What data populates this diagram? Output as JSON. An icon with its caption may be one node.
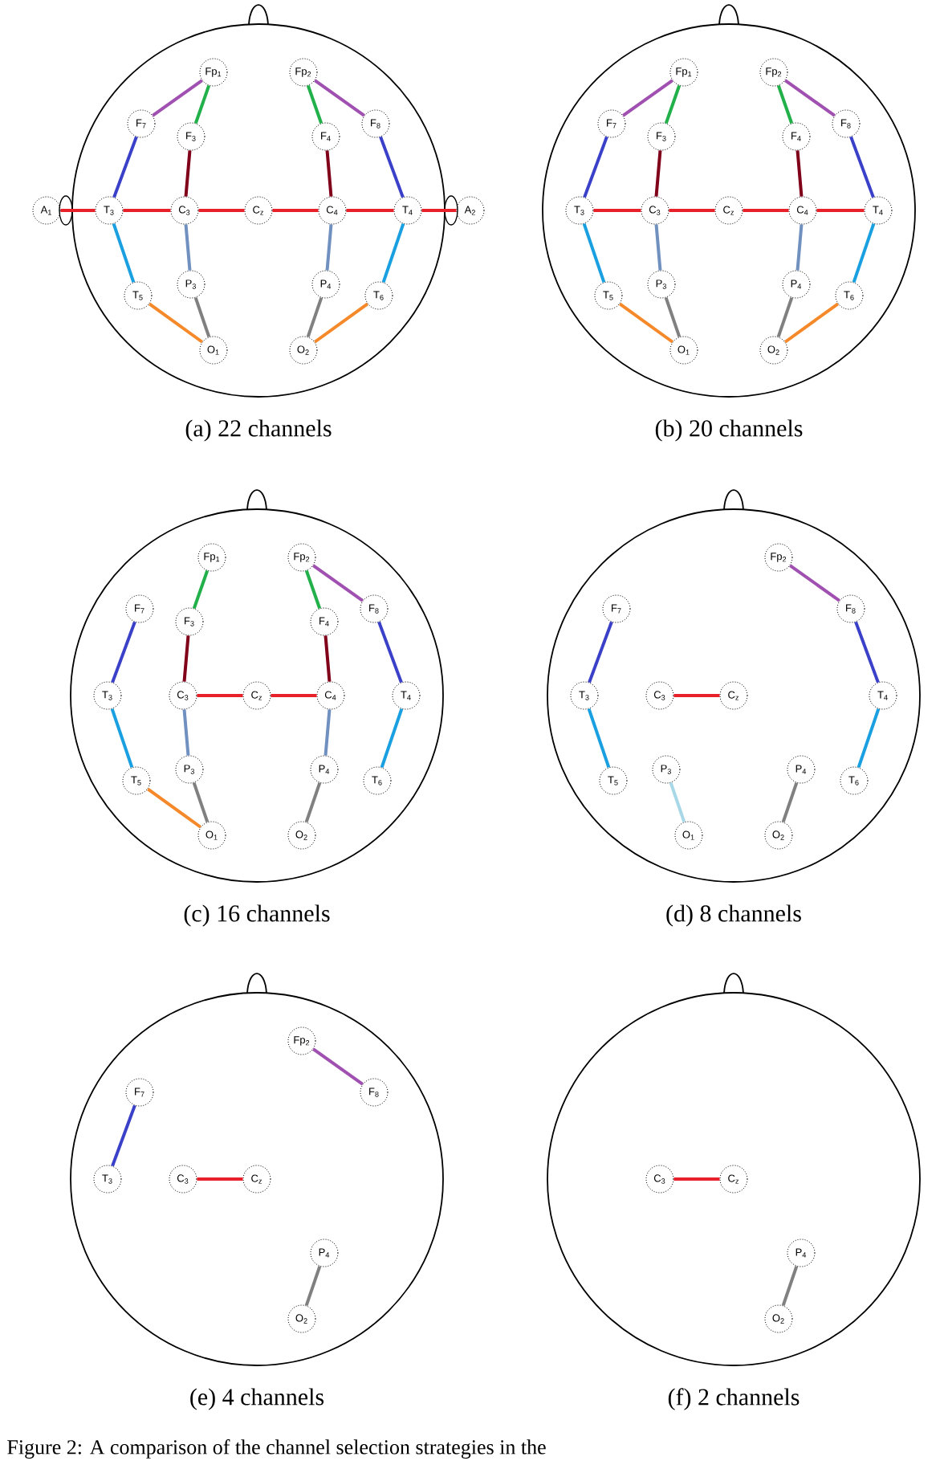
{
  "diagram": {
    "caption": "Figure 2: A comparison of the channel selection strategies in the",
    "nodes": [
      {
        "text": [],
        "shape": "circle",
        "beside": [
          "(a) 22 channels"
        ]
      },
      {
        "text": [
          "Fp$_{1}$"
        ],
        "in": 0
      },
      {
        "text": [
          "Fp$_{2}$"
        ],
        "in": 0
      },
      {
        "text": [
          "F$_{7}$"
        ],
        "in": 0
      },
      {
        "text": [
          "F$_{3}$"
        ],
        "in": 0
      },
      {
        "text": [
          "F$_{4}$"
        ],
        "in": 0
      },
      {
        "text": [
          "F$_{8}$"
        ],
        "in": 0
      },
      {
        "text": [
          "A$_{1}$"
        ]
      },
      {
        "text": [
          "T$_{3}$"
        ],
        "in": 0
      },
      {
        "text": [
          "C$_{3}$"
        ],
        "in": 0
      },
      {
        "text": [
          "C$_{z}$"
        ],
        "in": 0
      },
      {
        "text": [
          "C$_{4}$"
        ],
        "in": 0
      },
      {
        "text": [
          "T$_{4}$"
        ],
        "in": 0
      },
      {
        "text": [
          "A$_{2}$"
        ]
      },
      {
        "text": [
          "T$_{5}$"
        ],
        "in": 0
      },
      {
        "text": [
          "P$_{3}$"
        ],
        "in": 0
      },
      {
        "text": [
          "P$_{4}$"
        ],
        "in": 0
      },
      {
        "text": [
          "T$_{6}$"
        ],
        "in": 0
      },
      {
        "text": [
          "O$_{1}$"
        ],
        "in": 0
      },
      {
        "text": [
          "O$_{2}$"
        ],
        "in": 0
      },
      {
        "text": [],
        "shape": "circle",
        "beside": [
          "(b) 20 channels"
        ]
      },
      {
        "text": [
          "Fp$_{1}$"
        ],
        "in": 20
      },
      {
        "text": [
          "Fp$_{2}$"
        ],
        "in": 20
      },
      {
        "text": [
          "F$_{7}$"
        ],
        "in": 20
      },
      {
        "text": [
          "F$_{3}$"
        ],
        "in": 20
      },
      {
        "text": [
          "F$_{4}$"
        ],
        "in": 20
      },
      {
        "text": [
          "F$_{8}$"
        ],
        "in": 20
      },
      {
        "text": [
          "T$_{3}$"
        ],
        "in": 20
      },
      {
        "text": [
          "C$_{3}$"
        ],
        "in": 20
      },
      {
        "text": [
          "C$_{z}$"
        ],
        "in": 20
      },
      {
        "text": [
          "C$_{4}$"
        ],
        "in": 20
      },
      {
        "text": [
          "T$_{4}$"
        ],
        "in": 20
      },
      {
        "text": [
          "T$_{5}$"
        ],
        "in": 20
      },
      {
        "text": [
          "P$_{3}$"
        ],
        "in": 20
      },
      {
        "text": [
          "P$_{4}$"
        ],
        "in": 20
      },
      {
        "text": [
          "T$_{6}$"
        ],
        "in": 20
      },
      {
        "text": [
          "O$_{1}$"
        ],
        "in": 20
      },
      {
        "text": [
          "O$_{2}$"
        ],
        "in": 20
      },
      {
        "text": [],
        "shape": "circle",
        "beside": [
          "(c) 16 channels"
        ]
      },
      {
        "text": [
          "Fp$_{1}$"
        ],
        "in": 38
      },
      {
        "text": [
          "Fp$_{2}$"
        ],
        "in": 38
      },
      {
        "text": [
          "F$_{7}$"
        ],
        "in": 38
      },
      {
        "text": [
          "F$_{3}$"
        ],
        "in": 38
      },
      {
        "text": [
          "F$_{4}$"
        ],
        "in": 38
      },
      {
        "text": [
          "F$_{8}$"
        ],
        "in": 38
      },
      {
        "text": [
          "T$_{3}$"
        ],
        "in": 38
      },
      {
        "text": [
          "C$_{3}$"
        ],
        "in": 38
      },
      {
        "text": [
          "C$_{z}$"
        ],
        "in": 38
      },
      {
        "text": [
          "C$_{4}$"
        ],
        "in": 38
      },
      {
        "text": [
          "T$_{4}$"
        ],
        "in": 38
      },
      {
        "text": [
          "T$_{5}$"
        ],
        "in": 38
      },
      {
        "text": [
          "P$_{3}$"
        ],
        "in": 38
      },
      {
        "text": [
          "P$_{4}$"
        ],
        "in": 38
      },
      {
        "text": [
          "T$_{6}$"
        ],
        "in": 38
      },
      {
        "text": [
          "O$_{1}$"
        ],
        "in": 38
      },
      {
        "text": [
          "O$_{2}$"
        ],
        "in": 38
      },
      {
        "text": [],
        "shape": "circle",
        "beside": [
          "(d) 8 channels"
        ]
      },
      {
        "text": [
          "Fp$_{2}$"
        ],
        "in": 56
      },
      {
        "text": [
          "F$_{7}$"
        ],
        "in": 56
      },
      {
        "text": [
          "F$_{8}$"
        ],
        "in": 56
      },
      {
        "text": [
          "T$_{3}$"
        ],
        "in": 56
      },
      {
        "text": [
          "C$_{3}$"
        ],
        "in": 56
      },
      {
        "text": [
          "C$_{z}$"
        ],
        "in": 56
      },
      {
        "text": [
          "T$_{4}$"
        ],
        "in": 56
      },
      {
        "text": [
          "T$_{5}$"
        ],
        "in": 56
      },
      {
        "text": [
          "P$_{3}$"
        ],
        "in": 56
      },
      {
        "text": [
          "P$_{4}$"
        ],
        "in": 56
      },
      {
        "text": [
          "T$_{6}$"
        ],
        "in": 56
      },
      {
        "text": [
          "O$_{1}$"
        ],
        "in": 56
      },
      {
        "text": [
          "O$_{2}$"
        ],
        "in": 56
      },
      {
        "text": [],
        "shape": "circle",
        "beside": [
          "(e) 4 channels"
        ]
      },
      {
        "text": [
          "Fp$_{2}$"
        ],
        "in": 70
      },
      {
        "text": [
          "F$_{7}$"
        ],
        "in": 70
      },
      {
        "text": [
          "F$_{8}$"
        ],
        "in": 70
      },
      {
        "text": [
          "T$_{3}$"
        ],
        "in": 70
      },
      {
        "text": [
          "C$_{3}$"
        ],
        "in": 70
      },
      {
        "text": [
          "C$_{z}$"
        ],
        "in": 70
      },
      {
        "text": [
          "P$_{4}$"
        ],
        "in": 70
      },
      {
        "text": [
          "O$_{2}$"
        ],
        "in": 70
      },
      {
        "text": [],
        "shape": "circle",
        "beside": [
          "(f) 2 channels"
        ]
      },
      {
        "text": [
          "C$_{3}$"
        ],
        "in": 79
      },
      {
        "text": [
          "C$_{z}$"
        ],
        "in": 79
      },
      {
        "text": [
          "P$_{4}$"
        ],
        "in": 79
      },
      {
        "text": [
          "O$_{2}$"
        ],
        "in": 79
      }
    ],
    "edges": [
      {
        "from": 1,
        "to": 3,
        "arrow": "none",
        "color": "#a050b0"
      },
      {
        "from": 3,
        "to": 8,
        "arrow": "none",
        "color": "#3a40c8"
      },
      {
        "from": 8,
        "to": 14,
        "arrow": "none",
        "color": "#1aa0e0"
      },
      {
        "from": 14,
        "to": 18,
        "arrow": "none",
        "color": "#f5892a"
      },
      {
        "from": 1,
        "to": 4,
        "arrow": "none",
        "color": "#22b04a"
      },
      {
        "from": 4,
        "to": 9,
        "arrow": "none",
        "color": "#80001a"
      },
      {
        "from": 9,
        "to": 15,
        "arrow": "none",
        "color": "#7090c0"
      },
      {
        "from": 15,
        "to": 18,
        "arrow": "none",
        "color": "#808080"
      },
      {
        "from": 2,
        "to": 6,
        "arrow": "none",
        "color": "#a050b0"
      },
      {
        "from": 6,
        "to": 12,
        "arrow": "none",
        "color": "#3a40c8"
      },
      {
        "from": 12,
        "to": 17,
        "arrow": "none",
        "color": "#1aa0e0"
      },
      {
        "from": 17,
        "to": 19,
        "arrow": "none",
        "color": "#f5892a"
      },
      {
        "from": 2,
        "to": 5,
        "arrow": "none",
        "color": "#22b04a"
      },
      {
        "from": 5,
        "to": 11,
        "arrow": "none",
        "color": "#80001a"
      },
      {
        "from": 11,
        "to": 16,
        "arrow": "none",
        "color": "#7090c0"
      },
      {
        "from": 16,
        "to": 19,
        "arrow": "none",
        "color": "#808080"
      },
      {
        "from": 7,
        "to": 8,
        "arrow": "none",
        "color": "#e8202a"
      },
      {
        "from": 8,
        "to": 9,
        "arrow": "none",
        "color": "#e8202a"
      },
      {
        "from": 9,
        "to": 10,
        "arrow": "none",
        "color": "#e8202a"
      },
      {
        "from": 10,
        "to": 11,
        "arrow": "none",
        "color": "#e8202a"
      },
      {
        "from": 11,
        "to": 12,
        "arrow": "none",
        "color": "#e8202a"
      },
      {
        "from": 12,
        "to": 13,
        "arrow": "none",
        "color": "#e8202a"
      },
      {
        "from": 21,
        "to": 23,
        "arrow": "none",
        "color": "#a050b0"
      },
      {
        "from": 23,
        "to": 27,
        "arrow": "none",
        "color": "#3a40c8"
      },
      {
        "from": 27,
        "to": 32,
        "arrow": "none",
        "color": "#1aa0e0"
      },
      {
        "from": 32,
        "to": 36,
        "arrow": "none",
        "color": "#f5892a"
      },
      {
        "from": 21,
        "to": 24,
        "arrow": "none",
        "color": "#22b04a"
      },
      {
        "from": 24,
        "to": 28,
        "arrow": "none",
        "color": "#80001a"
      },
      {
        "from": 28,
        "to": 33,
        "arrow": "none",
        "color": "#7090c0"
      },
      {
        "from": 33,
        "to": 36,
        "arrow": "none",
        "color": "#808080"
      },
      {
        "from": 22,
        "to": 26,
        "arrow": "none",
        "color": "#a050b0"
      },
      {
        "from": 26,
        "to": 31,
        "arrow": "none",
        "color": "#3a40c8"
      },
      {
        "from": 31,
        "to": 35,
        "arrow": "none",
        "color": "#1aa0e0"
      },
      {
        "from": 35,
        "to": 37,
        "arrow": "none",
        "color": "#f5892a"
      },
      {
        "from": 22,
        "to": 25,
        "arrow": "none",
        "color": "#22b04a"
      },
      {
        "from": 25,
        "to": 30,
        "arrow": "none",
        "color": "#80001a"
      },
      {
        "from": 30,
        "to": 34,
        "arrow": "none",
        "color": "#7090c0"
      },
      {
        "from": 34,
        "to": 37,
        "arrow": "none",
        "color": "#808080"
      },
      {
        "from": 27,
        "to": 28,
        "arrow": "none",
        "color": "#e8202a"
      },
      {
        "from": 28,
        "to": 29,
        "arrow": "none",
        "color": "#e8202a"
      },
      {
        "from": 29,
        "to": 30,
        "arrow": "none",
        "color": "#e8202a"
      },
      {
        "from": 30,
        "to": 31,
        "arrow": "none",
        "color": "#e8202a"
      },
      {
        "from": 41,
        "to": 45,
        "arrow": "none",
        "color": "#3a40c8"
      },
      {
        "from": 45,
        "to": 50,
        "arrow": "none",
        "color": "#1aa0e0"
      },
      {
        "from": 50,
        "to": 54,
        "arrow": "none",
        "color": "#f5892a"
      },
      {
        "from": 39,
        "to": 42,
        "arrow": "none",
        "color": "#22b04a"
      },
      {
        "from": 42,
        "to": 46,
        "arrow": "none",
        "color": "#80001a"
      },
      {
        "from": 46,
        "to": 51,
        "arrow": "none",
        "color": "#7090c0"
      },
      {
        "from": 51,
        "to": 54,
        "arrow": "none",
        "color": "#808080"
      },
      {
        "from": 40,
        "to": 44,
        "arrow": "none",
        "color": "#a050b0"
      },
      {
        "from": 44,
        "to": 49,
        "arrow": "none",
        "color": "#3a40c8"
      },
      {
        "from": 49,
        "to": 53,
        "arrow": "none",
        "color": "#1aa0e0"
      },
      {
        "from": 40,
        "to": 43,
        "arrow": "none",
        "color": "#22b04a"
      },
      {
        "from": 43,
        "to": 48,
        "arrow": "none",
        "color": "#80001a"
      },
      {
        "from": 48,
        "to": 52,
        "arrow": "none",
        "color": "#7090c0"
      },
      {
        "from": 52,
        "to": 55,
        "arrow": "none",
        "color": "#808080"
      },
      {
        "from": 46,
        "to": 47,
        "arrow": "none",
        "color": "#e8202a"
      },
      {
        "from": 47,
        "to": 48,
        "arrow": "none",
        "color": "#e8202a"
      },
      {
        "from": 58,
        "to": 60,
        "arrow": "none",
        "color": "#3a40c8"
      },
      {
        "from": 60,
        "to": 64,
        "arrow": "none",
        "color": "#1aa0e0"
      },
      {
        "from": 61,
        "to": 62,
        "arrow": "none",
        "color": "#e8202a"
      },
      {
        "from": 65,
        "to": 68,
        "arrow": "none",
        "color": "#a8d8e8"
      },
      {
        "from": 66,
        "to": 69,
        "arrow": "none",
        "color": "#808080"
      },
      {
        "from": 57,
        "to": 59,
        "arrow": "none",
        "color": "#a050b0"
      },
      {
        "from": 59,
        "to": 63,
        "arrow": "none",
        "color": "#3a40c8"
      },
      {
        "from": 63,
        "to": 67,
        "arrow": "none",
        "color": "#1aa0e0"
      },
      {
        "from": 72,
        "to": 74,
        "arrow": "none",
        "color": "#3a40c8"
      },
      {
        "from": 75,
        "to": 76,
        "arrow": "none",
        "color": "#e8202a"
      },
      {
        "from": 71,
        "to": 73,
        "arrow": "none",
        "color": "#a050b0"
      },
      {
        "from": 77,
        "to": 78,
        "arrow": "none",
        "color": "#808080"
      },
      {
        "from": 80,
        "to": 81,
        "arrow": "none",
        "color": "#e8202a"
      },
      {
        "from": 82,
        "to": 83,
        "arrow": "none",
        "color": "#808080"
      }
    ]
  }
}
